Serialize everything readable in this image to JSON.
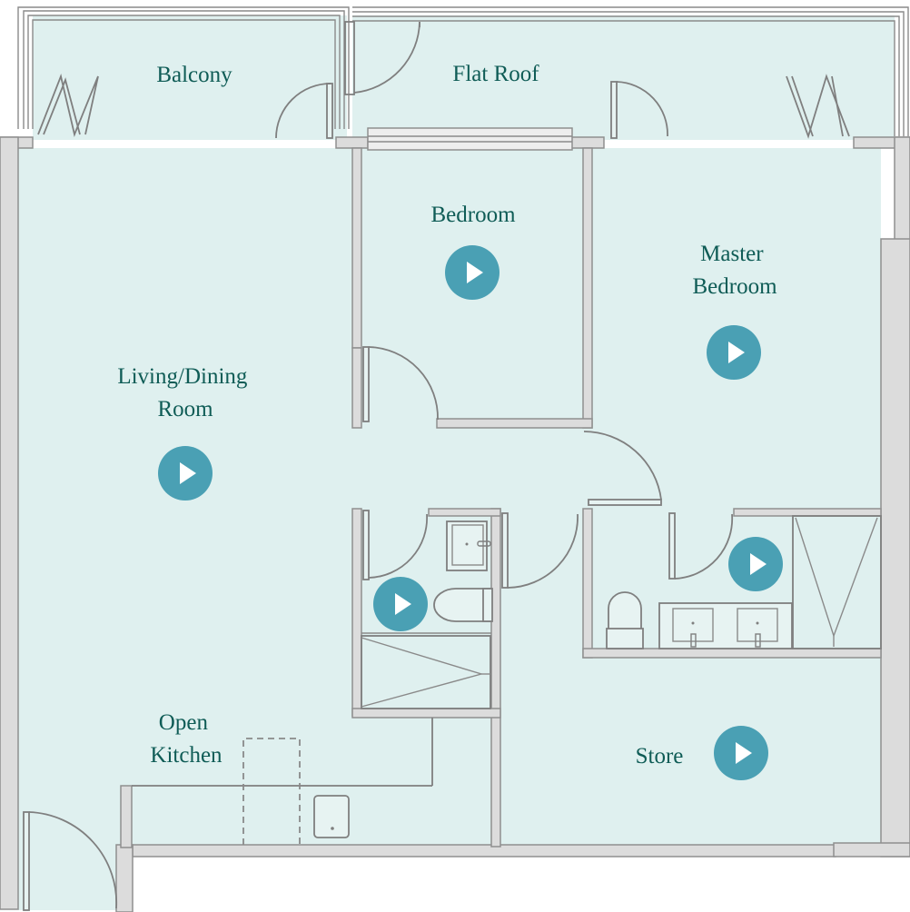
{
  "rooms": [
    {
      "id": "balcony",
      "lines": [
        "Balcony"
      ],
      "has_tour": false
    },
    {
      "id": "flat-roof",
      "lines": [
        "Flat Roof"
      ],
      "has_tour": false
    },
    {
      "id": "bedroom",
      "lines": [
        "Bedroom"
      ],
      "has_tour": true
    },
    {
      "id": "master-bedroom",
      "lines": [
        "Master",
        "Bedroom"
      ],
      "has_tour": true
    },
    {
      "id": "living-dining-room",
      "lines": [
        "Living/Dining",
        "Room"
      ],
      "has_tour": true
    },
    {
      "id": "bathroom",
      "lines": [],
      "has_tour": true
    },
    {
      "id": "en-suite",
      "lines": [],
      "has_tour": true
    },
    {
      "id": "open-kitchen",
      "lines": [
        "Open",
        "Kitchen"
      ],
      "has_tour": false
    },
    {
      "id": "store",
      "lines": [
        "Store"
      ],
      "has_tour": true
    }
  ],
  "icons": {
    "tour_button": "play-icon"
  },
  "colors": {
    "floor": "#dff0ef",
    "wall": "#dcdcdc",
    "line": "#7f7f7f",
    "label": "#0f5c56",
    "tour_button": "#4aa0b4"
  }
}
